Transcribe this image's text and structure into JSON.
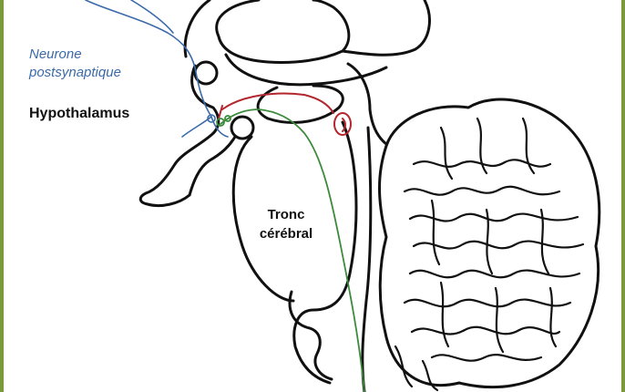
{
  "labels": {
    "neurone_line1": "Neurone",
    "neurone_line2": "postsynaptique",
    "hypothalamus": "Hypothalamus",
    "tronc_line1": "Tronc",
    "tronc_line2": "cérébral"
  },
  "colors": {
    "frame_border": "#7a9a3a",
    "outline": "#111111",
    "neuron_blue": "#3a6aa8",
    "pathway_red": "#b3262e",
    "pathway_green": "#3c8a3c"
  }
}
